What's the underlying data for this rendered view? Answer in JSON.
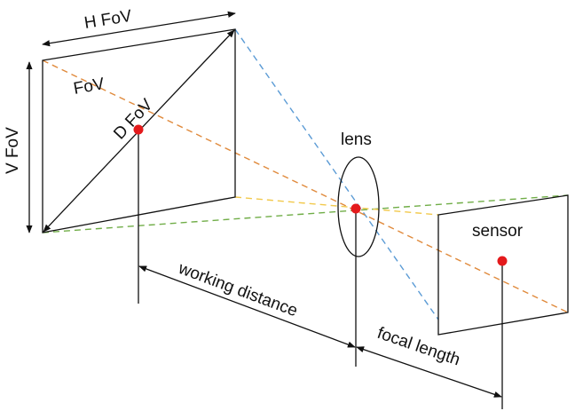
{
  "labels": {
    "h_fov": "H FoV",
    "v_fov": "V FoV",
    "fov": "FoV",
    "d_fov": "D FoV",
    "lens": "lens",
    "sensor": "sensor",
    "working_distance": "working distance",
    "focal_length": "focal length"
  },
  "colors": {
    "outline": "#111111",
    "diagonal_ray": "#e08a3c",
    "upper_ray": "#5b9bd5",
    "lower_ray": "#70ad47",
    "side_ray": "#f2c94c",
    "center_point": "#e41a1c"
  }
}
